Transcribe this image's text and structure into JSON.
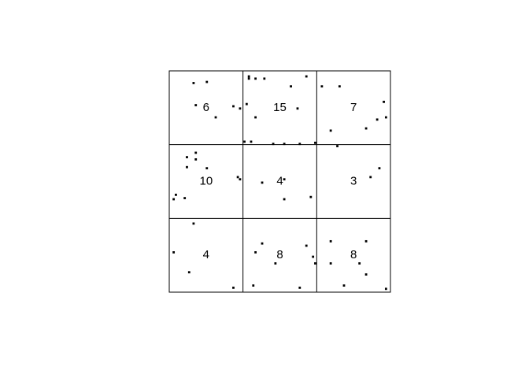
{
  "chart_data": {
    "type": "scatter",
    "title": "",
    "xlabel": "",
    "ylabel": "",
    "xlim": [
      0,
      1
    ],
    "ylim": [
      0,
      1
    ],
    "grid": {
      "nx": 3,
      "ny": 3
    },
    "quadrat_counts": [
      [
        6,
        15,
        7
      ],
      [
        10,
        4,
        3
      ],
      [
        4,
        8,
        8
      ]
    ],
    "count_labels": [
      "6",
      "15",
      "7",
      "10",
      "4",
      "3",
      "4",
      "8",
      "8"
    ],
    "points": [
      [
        0.11,
        0.945
      ],
      [
        0.17,
        0.95
      ],
      [
        0.12,
        0.845
      ],
      [
        0.29,
        0.84
      ],
      [
        0.32,
        0.83
      ],
      [
        0.21,
        0.79
      ],
      [
        0.36,
        0.975
      ],
      [
        0.36,
        0.965
      ],
      [
        0.39,
        0.965
      ],
      [
        0.43,
        0.965
      ],
      [
        0.55,
        0.93
      ],
      [
        0.62,
        0.975
      ],
      [
        0.35,
        0.85
      ],
      [
        0.58,
        0.83
      ],
      [
        0.39,
        0.79
      ],
      [
        0.34,
        0.68
      ],
      [
        0.37,
        0.68
      ],
      [
        0.47,
        0.67
      ],
      [
        0.52,
        0.67
      ],
      [
        0.59,
        0.67
      ],
      [
        0.66,
        0.675
      ],
      [
        0.69,
        0.93
      ],
      [
        0.77,
        0.93
      ],
      [
        0.97,
        0.86
      ],
      [
        0.94,
        0.78
      ],
      [
        0.98,
        0.79
      ],
      [
        0.89,
        0.74
      ],
      [
        0.73,
        0.73
      ],
      [
        0.12,
        0.63
      ],
      [
        0.08,
        0.61
      ],
      [
        0.12,
        0.6
      ],
      [
        0.08,
        0.565
      ],
      [
        0.17,
        0.56
      ],
      [
        0.31,
        0.52
      ],
      [
        0.32,
        0.51
      ],
      [
        0.03,
        0.44
      ],
      [
        0.02,
        0.42
      ],
      [
        0.07,
        0.425
      ],
      [
        0.42,
        0.495
      ],
      [
        0.52,
        0.51
      ],
      [
        0.52,
        0.42
      ],
      [
        0.64,
        0.43
      ],
      [
        0.95,
        0.56
      ],
      [
        0.91,
        0.52
      ],
      [
        0.76,
        0.66
      ],
      [
        0.11,
        0.31
      ],
      [
        0.02,
        0.18
      ],
      [
        0.09,
        0.09
      ],
      [
        0.42,
        0.22
      ],
      [
        0.39,
        0.18
      ],
      [
        0.48,
        0.13
      ],
      [
        0.62,
        0.21
      ],
      [
        0.65,
        0.16
      ],
      [
        0.66,
        0.13
      ],
      [
        0.38,
        0.03
      ],
      [
        0.59,
        0.02
      ],
      [
        0.73,
        0.23
      ],
      [
        0.89,
        0.23
      ],
      [
        0.73,
        0.13
      ],
      [
        0.86,
        0.13
      ],
      [
        0.89,
        0.08
      ],
      [
        0.79,
        0.03
      ],
      [
        0.98,
        0.015
      ],
      [
        0.29,
        0.02
      ]
    ]
  }
}
